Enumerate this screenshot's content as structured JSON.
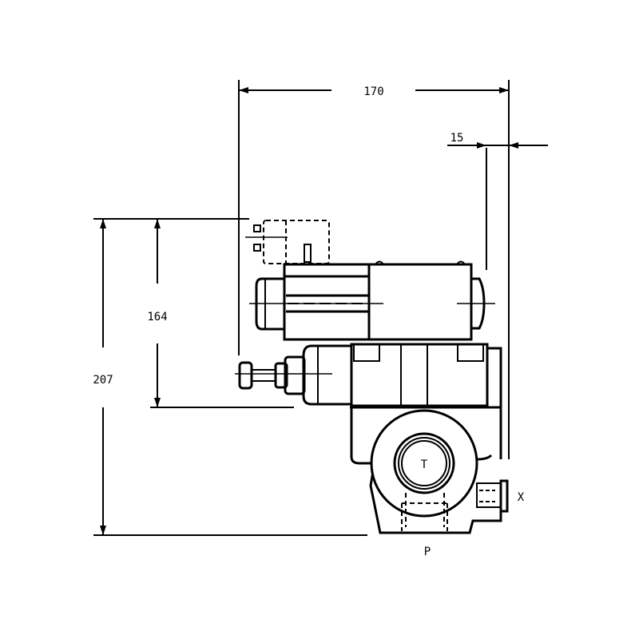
{
  "dimensions": {
    "overall_width": "170",
    "offset": "15",
    "height_to_axis": "164",
    "overall_height": "207"
  },
  "ports": {
    "tank": "T",
    "pressure": "P",
    "pilot": "X"
  },
  "colors": {
    "line": "#000000",
    "background": "#ffffff"
  }
}
